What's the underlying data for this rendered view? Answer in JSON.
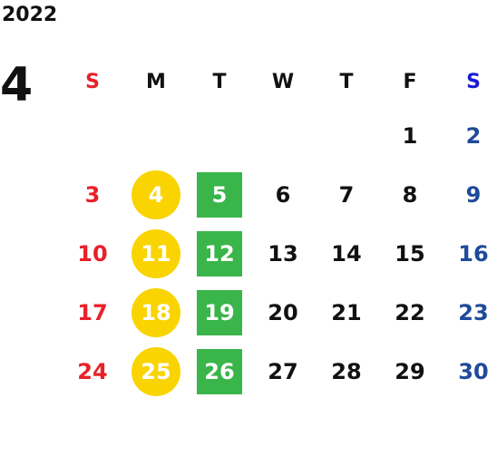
{
  "calendar": {
    "year": "2022",
    "month": "4",
    "weekdays": [
      "S",
      "M",
      "T",
      "W",
      "T",
      "F",
      "S"
    ],
    "weeks": [
      [
        "",
        "",
        "",
        "",
        "",
        "1",
        "2"
      ],
      [
        "3",
        "4",
        "5",
        "6",
        "7",
        "8",
        "9"
      ],
      [
        "10",
        "11",
        "12",
        "13",
        "14",
        "15",
        "16"
      ],
      [
        "17",
        "18",
        "19",
        "20",
        "21",
        "22",
        "23"
      ],
      [
        "24",
        "25",
        "26",
        "27",
        "28",
        "29",
        "30"
      ]
    ],
    "highlights": {
      "monday_circle": [
        "4",
        "11",
        "18",
        "25"
      ],
      "tuesday_square": [
        "5",
        "12",
        "19",
        "26"
      ]
    }
  },
  "colors": {
    "sunday_header": "#e8202a",
    "saturday_header": "#1a1ad6",
    "sunday": "#e8202a",
    "saturday": "#1f4a99",
    "weekday": "#111111",
    "circle": "#f9d400",
    "square": "#3ab54a",
    "highlight_text": "#ffffff"
  }
}
